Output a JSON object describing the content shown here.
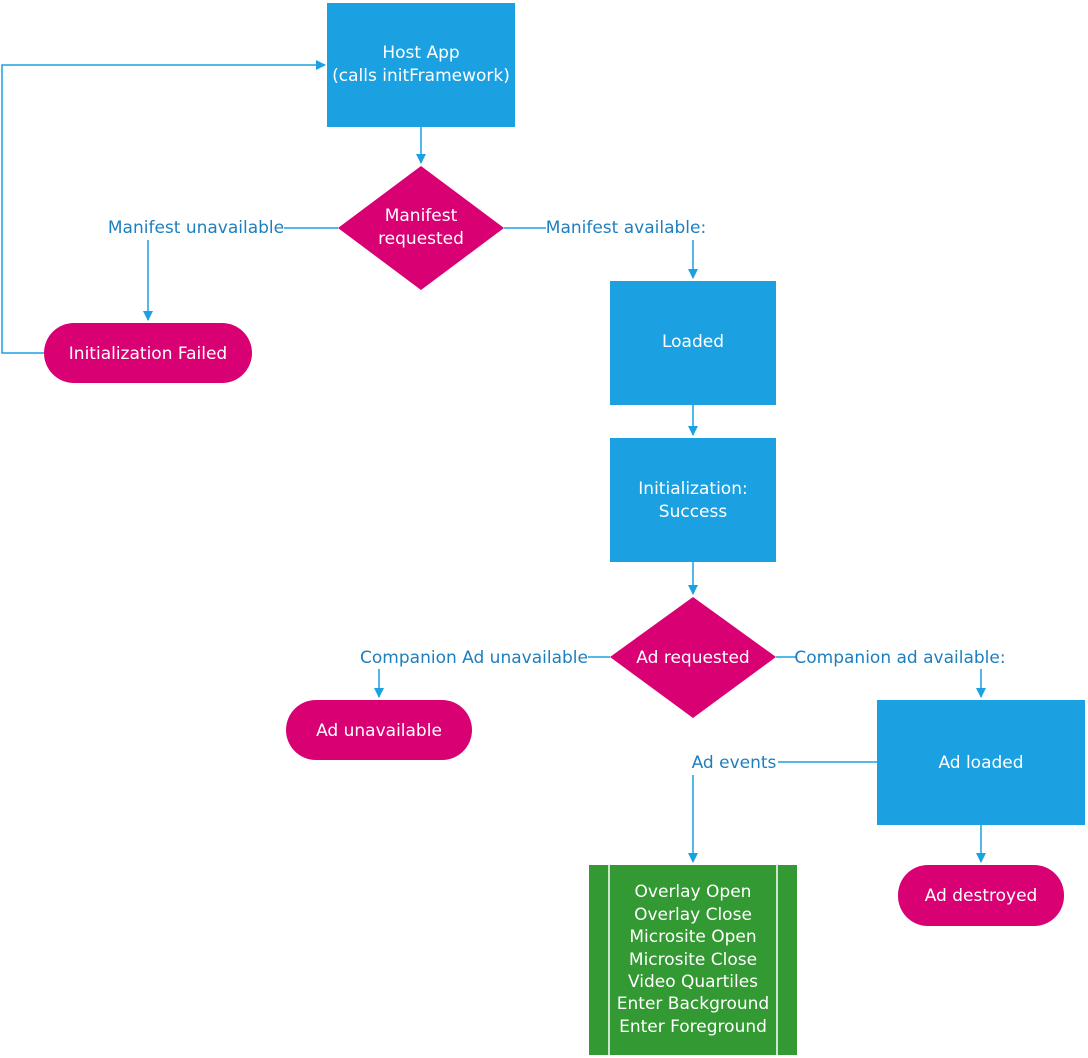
{
  "colors": {
    "process": "#1ba1e2",
    "terminal": "#d80073",
    "decision": "#d80073",
    "subprocess": "#339933",
    "connector": "#1ba1e2",
    "edge_label": "#1d7fbf"
  },
  "nodes": {
    "host_app": {
      "line1": "Host App",
      "line2": "(calls initFramework)"
    },
    "manifest_requested": {
      "line1": "Manifest",
      "line2": "requested"
    },
    "init_failed": {
      "label": "Initialization Failed"
    },
    "loaded": {
      "label": "Loaded"
    },
    "init_success": {
      "line1": "Initialization:",
      "line2": "Success"
    },
    "ad_requested": {
      "label": "Ad requested"
    },
    "ad_unavailable": {
      "label": "Ad unavailable"
    },
    "ad_loaded": {
      "label": "Ad loaded"
    },
    "ad_destroyed": {
      "label": "Ad destroyed"
    },
    "events": {
      "items": [
        "Overlay Open",
        "Overlay Close",
        "Microsite Open",
        "Microsite Close",
        "Video Quartiles",
        "Enter Background",
        "Enter Foreground"
      ]
    }
  },
  "edges": {
    "manifest_unavailable": "Manifest unavailable",
    "manifest_available": "Manifest available:",
    "companion_unavailable": "Companion Ad unavailable",
    "companion_available": "Companion ad available:",
    "ad_events": "Ad events"
  }
}
